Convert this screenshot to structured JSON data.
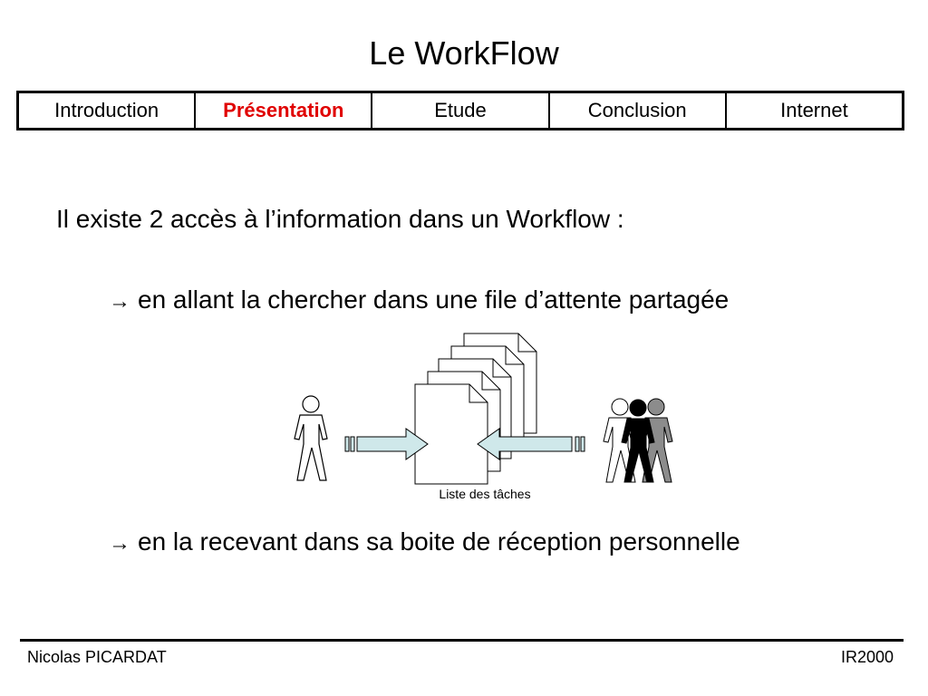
{
  "title": "Le WorkFlow",
  "nav": {
    "items": [
      "Introduction",
      "Présentation",
      "Etude",
      "Conclusion",
      "Internet"
    ],
    "active_index": 1,
    "active_color": "#e00000"
  },
  "content": {
    "intro": "Il existe 2 accès à l’information dans un Workflow :",
    "bullet_glyph": "→",
    "point1": "en allant la chercher dans une file d’attente partagée",
    "point2": "en la recevant dans sa boite de réception personnelle"
  },
  "diagram": {
    "caption": "Liste des tâches",
    "arrow_fill": "#cfe8ea",
    "person_colors": [
      "#ffffff",
      "#000000",
      "#8c8c8c"
    ]
  },
  "footer": {
    "author": "Nicolas PICARDAT",
    "code": "IR2000"
  }
}
